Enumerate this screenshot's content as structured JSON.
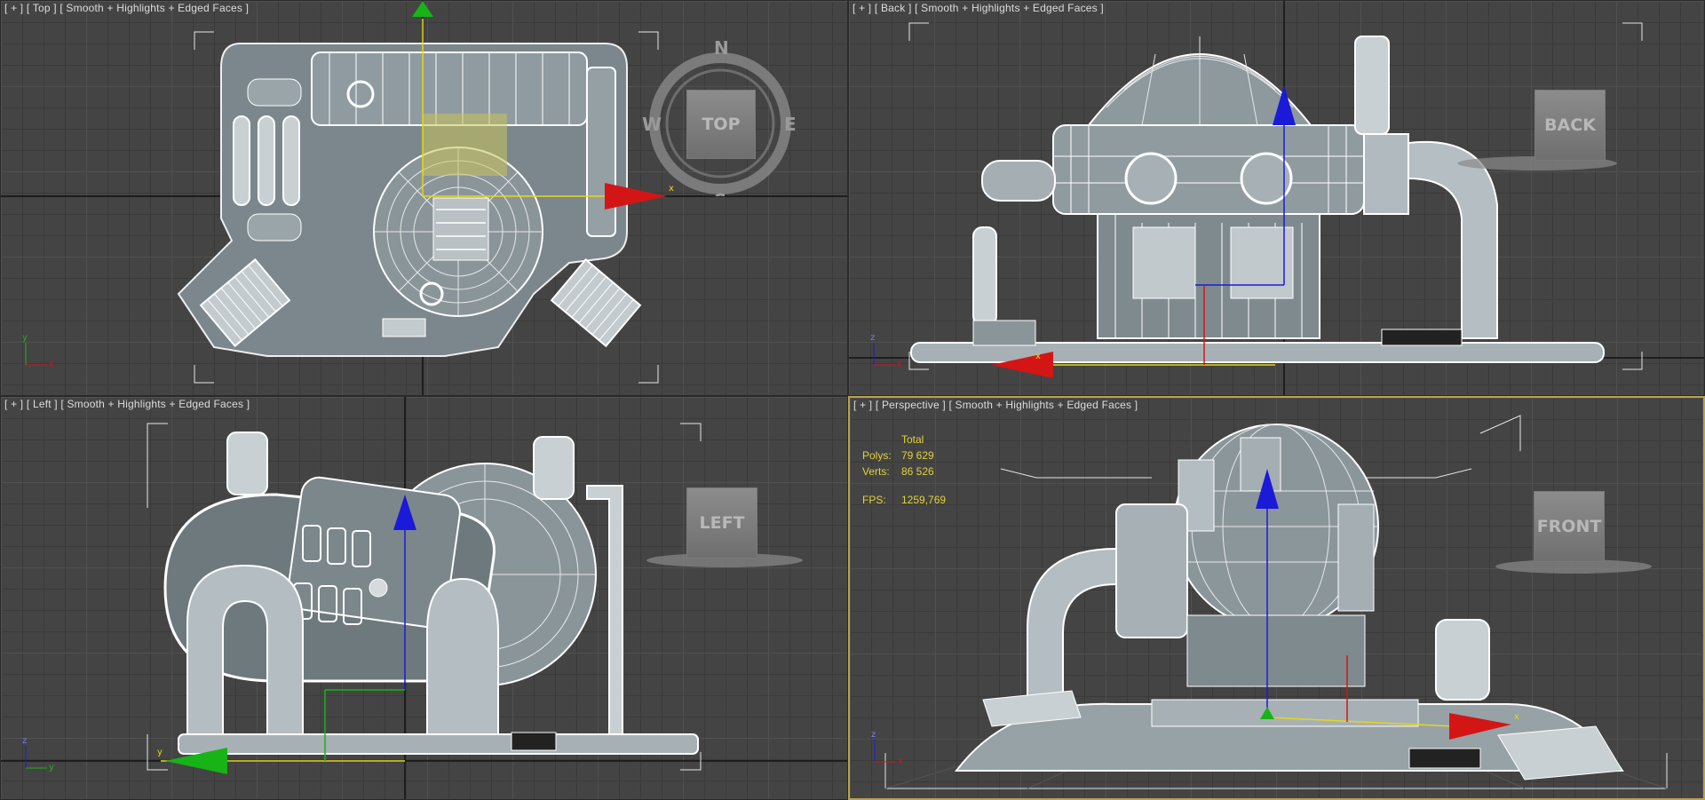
{
  "viewports": {
    "top": {
      "label_plus": "[ + ]",
      "label_view": "[ Top ]",
      "label_mode": "[ Smooth + Highlights + Edged Faces ]",
      "cube": "TOP",
      "compass": {
        "n": "N",
        "s": "S",
        "e": "E",
        "w": "W"
      },
      "axes": {
        "a": "y",
        "b": "x"
      }
    },
    "back": {
      "label_plus": "[ + ]",
      "label_view": "[ Back ]",
      "label_mode": "[ Smooth + Highlights + Edged Faces ]",
      "cube": "BACK",
      "axes": {
        "a": "z",
        "b": "x"
      }
    },
    "left": {
      "label_plus": "[ + ]",
      "label_view": "[ Left ]",
      "label_mode": "[ Smooth + Highlights + Edged Faces ]",
      "cube": "LEFT",
      "axes": {
        "a": "z",
        "b": "y"
      }
    },
    "perspective": {
      "label_plus": "[ + ]",
      "label_view": "[ Perspective ]",
      "label_mode": "[ Smooth + Highlights + Edged Faces ]",
      "cube": "FRONT",
      "axes": {
        "a": "z",
        "b": "x"
      }
    }
  },
  "stats": {
    "total_label": "Total",
    "polys_label": "Polys:",
    "polys_value": "79 629",
    "verts_label": "Verts:",
    "verts_value": "86 526",
    "fps_label": "FPS:",
    "fps_value": "1259,769"
  },
  "colors": {
    "background": "#444444",
    "grid": "#505050",
    "active_border": "#b9a24a",
    "stats_text": "#e0d23a",
    "gizmo_x": "#d41515",
    "gizmo_y": "#17b317",
    "gizmo_z": "#1a1ad8",
    "model_fill": "#7b878d"
  },
  "icons": [
    "compass-ring-icon",
    "viewcube-icon",
    "axis-tripod-icon",
    "move-gizmo-icon"
  ]
}
